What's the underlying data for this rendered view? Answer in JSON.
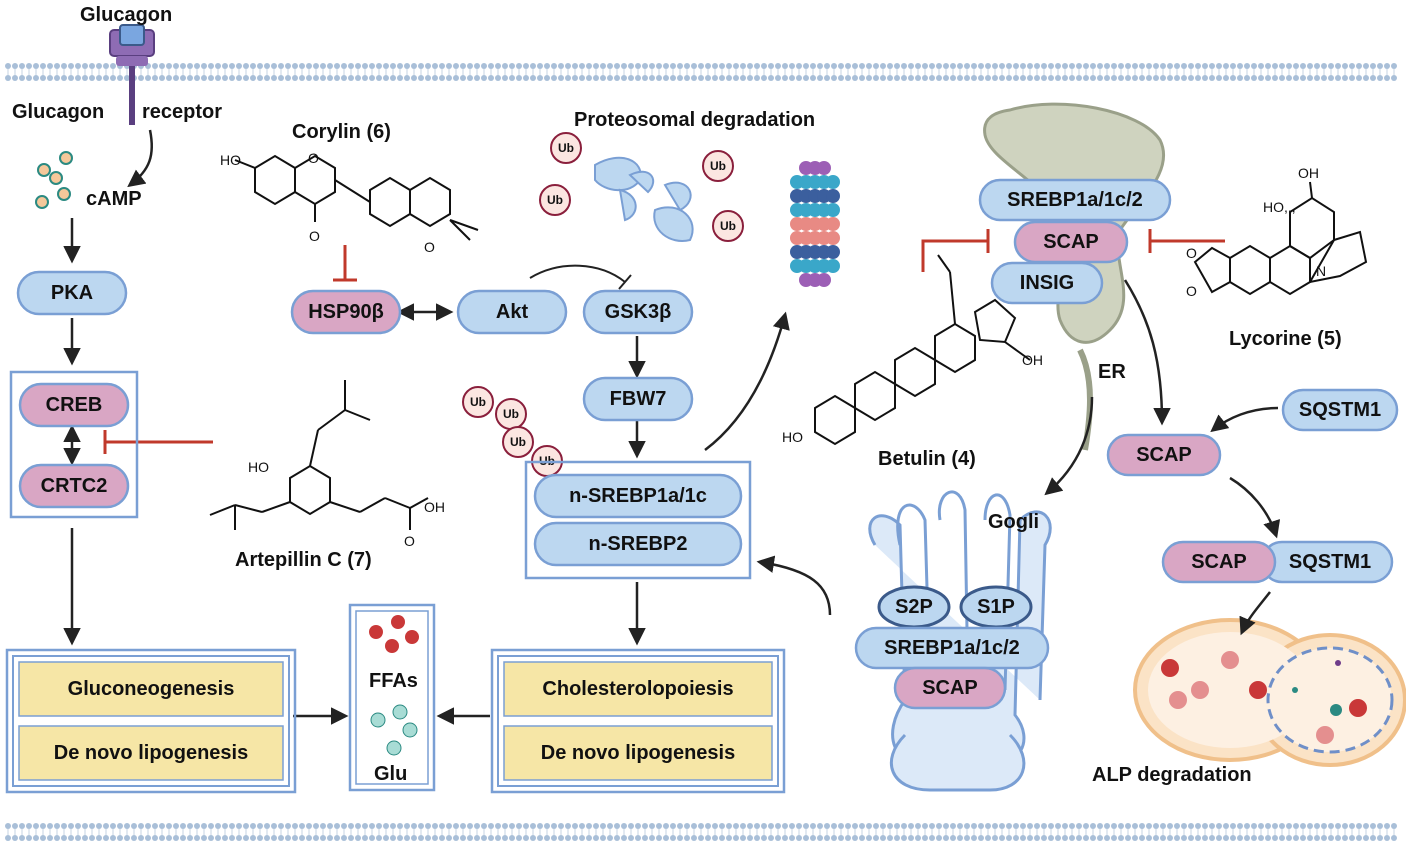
{
  "receptor": {
    "ligand_label": "Glucagon",
    "receptor_label_left": "Glucagon",
    "receptor_label_right": "receptor",
    "camp_label": "cAMP"
  },
  "nodes": {
    "pka": "PKA",
    "creb": "CREB",
    "crtc2": "CRTC2",
    "hsp90b": "HSP90β",
    "akt": "Akt",
    "gsk3b": "GSK3β",
    "fbw7": "FBW7",
    "n_srebp1": "n-SREBP1a/1c",
    "n_srebp2": "n-SREBP2",
    "er_srebp": "SREBP1a/1c/2",
    "er_scap": "SCAP",
    "er_insig": "INSIG",
    "sqstm1": "SQSTM1",
    "scap_free": "SCAP",
    "complex_scap": "SCAP",
    "complex_sqstm1": "SQSTM1",
    "golgi_s2p": "S2P",
    "golgi_s1p": "S1P",
    "golgi_srebp": "SREBP1a/1c/2",
    "golgi_scap": "SCAP"
  },
  "compounds": {
    "corylin": "Corylin (6)",
    "artepillin": "Artepillin C (7)",
    "betulin": "Betulin (4)",
    "lycorine": "Lycorine (5)"
  },
  "atoms": {
    "ho": "HO",
    "oh": "OH",
    "o": "O",
    "n": "N",
    "ho_italic": "HO,,,"
  },
  "ubiquitin": "Ub",
  "labels": {
    "proteasomal": "Proteosomal degradation",
    "er": "ER",
    "golgi": "Gogli",
    "alp": "ALP degradation",
    "ffas": "FFAs",
    "glu": "Glu"
  },
  "outcomes_left": [
    "Gluconeogenesis",
    "De novo  lipogenesis"
  ],
  "outcomes_right": [
    "Cholesterolopoiesis",
    "De novo  lipogenesis"
  ],
  "colors": {
    "blue_node": "#bcd7f0",
    "pink_node": "#d9a6c4",
    "node_stroke": "#7a9fd4",
    "yellow_box": "#f6e6a6",
    "inhibit": "#c0392b",
    "membrane": "#9fb3cc",
    "golgi_fill": "#dbe9f8",
    "er_fill": "#c9cdb8"
  }
}
